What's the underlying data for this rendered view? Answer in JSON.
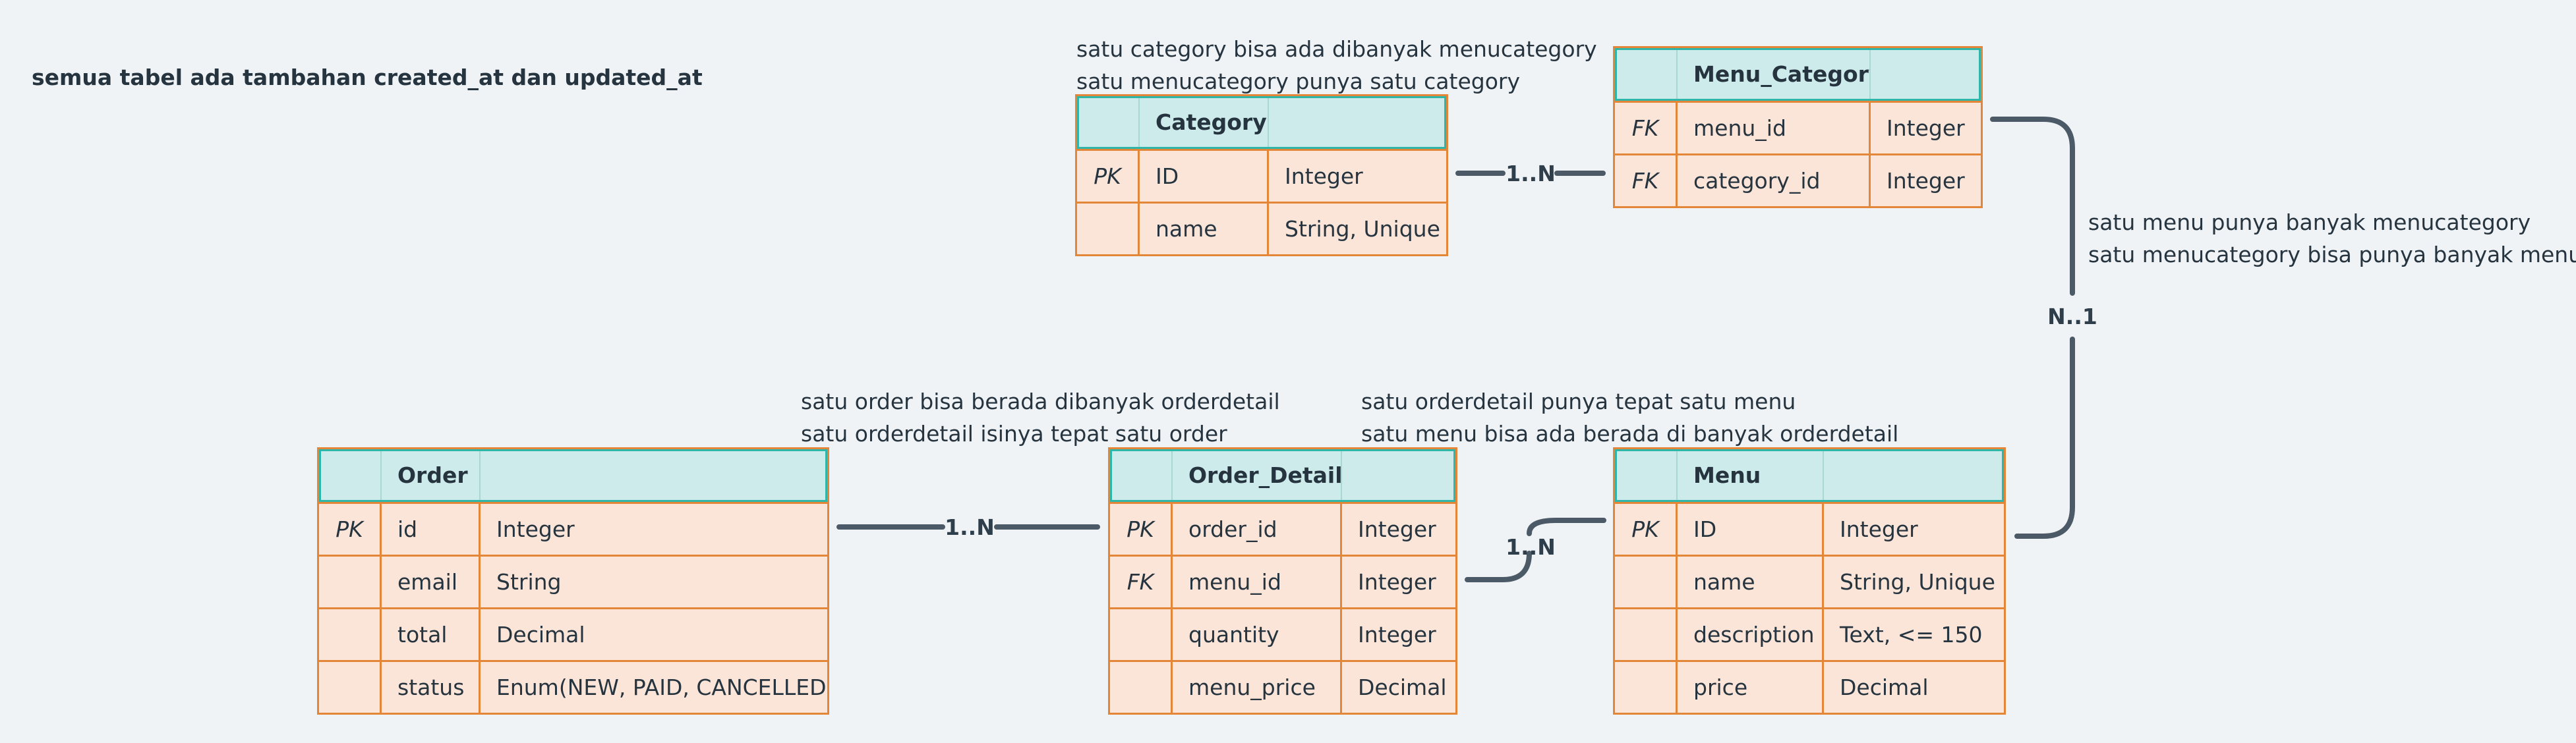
{
  "note": "semua tabel ada tambahan created_at dan updated_at",
  "relations": {
    "category_menucategory": {
      "lines": [
        "satu category bisa ada dibanyak menucategory",
        "satu menucategory punya satu category"
      ],
      "cardinality": "1..N"
    },
    "menucategory_menu": {
      "lines": [
        "satu menu punya banyak menucategory",
        "satu menucategory bisa punya banyak menu"
      ],
      "cardinality": "N..1"
    },
    "order_orderdetail": {
      "lines": [
        "satu order bisa berada dibanyak orderdetail",
        "satu orderdetail isinya tepat satu order"
      ],
      "cardinality": "1..N"
    },
    "orderdetail_menu": {
      "lines": [
        "satu orderdetail punya tepat satu menu",
        "satu menu bisa ada berada di banyak orderdetail"
      ],
      "cardinality": "1..N"
    }
  },
  "tables": {
    "category": {
      "name": "Category",
      "rows": [
        {
          "key": "PK",
          "field": "ID",
          "type": "Integer"
        },
        {
          "key": "",
          "field": "name",
          "type": "String, Unique"
        }
      ]
    },
    "menu_category": {
      "name": "Menu_Category",
      "rows": [
        {
          "key": "FK",
          "field": "menu_id",
          "type": "Integer"
        },
        {
          "key": "FK",
          "field": "category_id",
          "type": "Integer"
        }
      ]
    },
    "order": {
      "name": "Order",
      "rows": [
        {
          "key": "PK",
          "field": "id",
          "type": "Integer"
        },
        {
          "key": "",
          "field": "email",
          "type": "String"
        },
        {
          "key": "",
          "field": "total",
          "type": "Decimal"
        },
        {
          "key": "",
          "field": "status",
          "type": "Enum(NEW, PAID, CANCELLED)"
        }
      ]
    },
    "order_detail": {
      "name": "Order_Detail",
      "rows": [
        {
          "key": "PK",
          "field": "order_id",
          "type": "Integer"
        },
        {
          "key": "FK",
          "field": "menu_id",
          "type": "Integer"
        },
        {
          "key": "",
          "field": "quantity",
          "type": "Integer"
        },
        {
          "key": "",
          "field": "menu_price",
          "type": "Decimal"
        }
      ]
    },
    "menu": {
      "name": "Menu",
      "rows": [
        {
          "key": "PK",
          "field": "ID",
          "type": "Integer"
        },
        {
          "key": "",
          "field": "name",
          "type": "String, Unique"
        },
        {
          "key": "",
          "field": "description",
          "type": "Text, <= 150"
        },
        {
          "key": "",
          "field": "price",
          "type": "Decimal"
        }
      ]
    }
  },
  "colors": {
    "background": "#eff3f6",
    "header_fill": "#cdebea",
    "header_border": "#2fb6a9",
    "row_fill": "#fbe5d8",
    "row_border": "#e38638",
    "connector": "#4b5a66"
  }
}
